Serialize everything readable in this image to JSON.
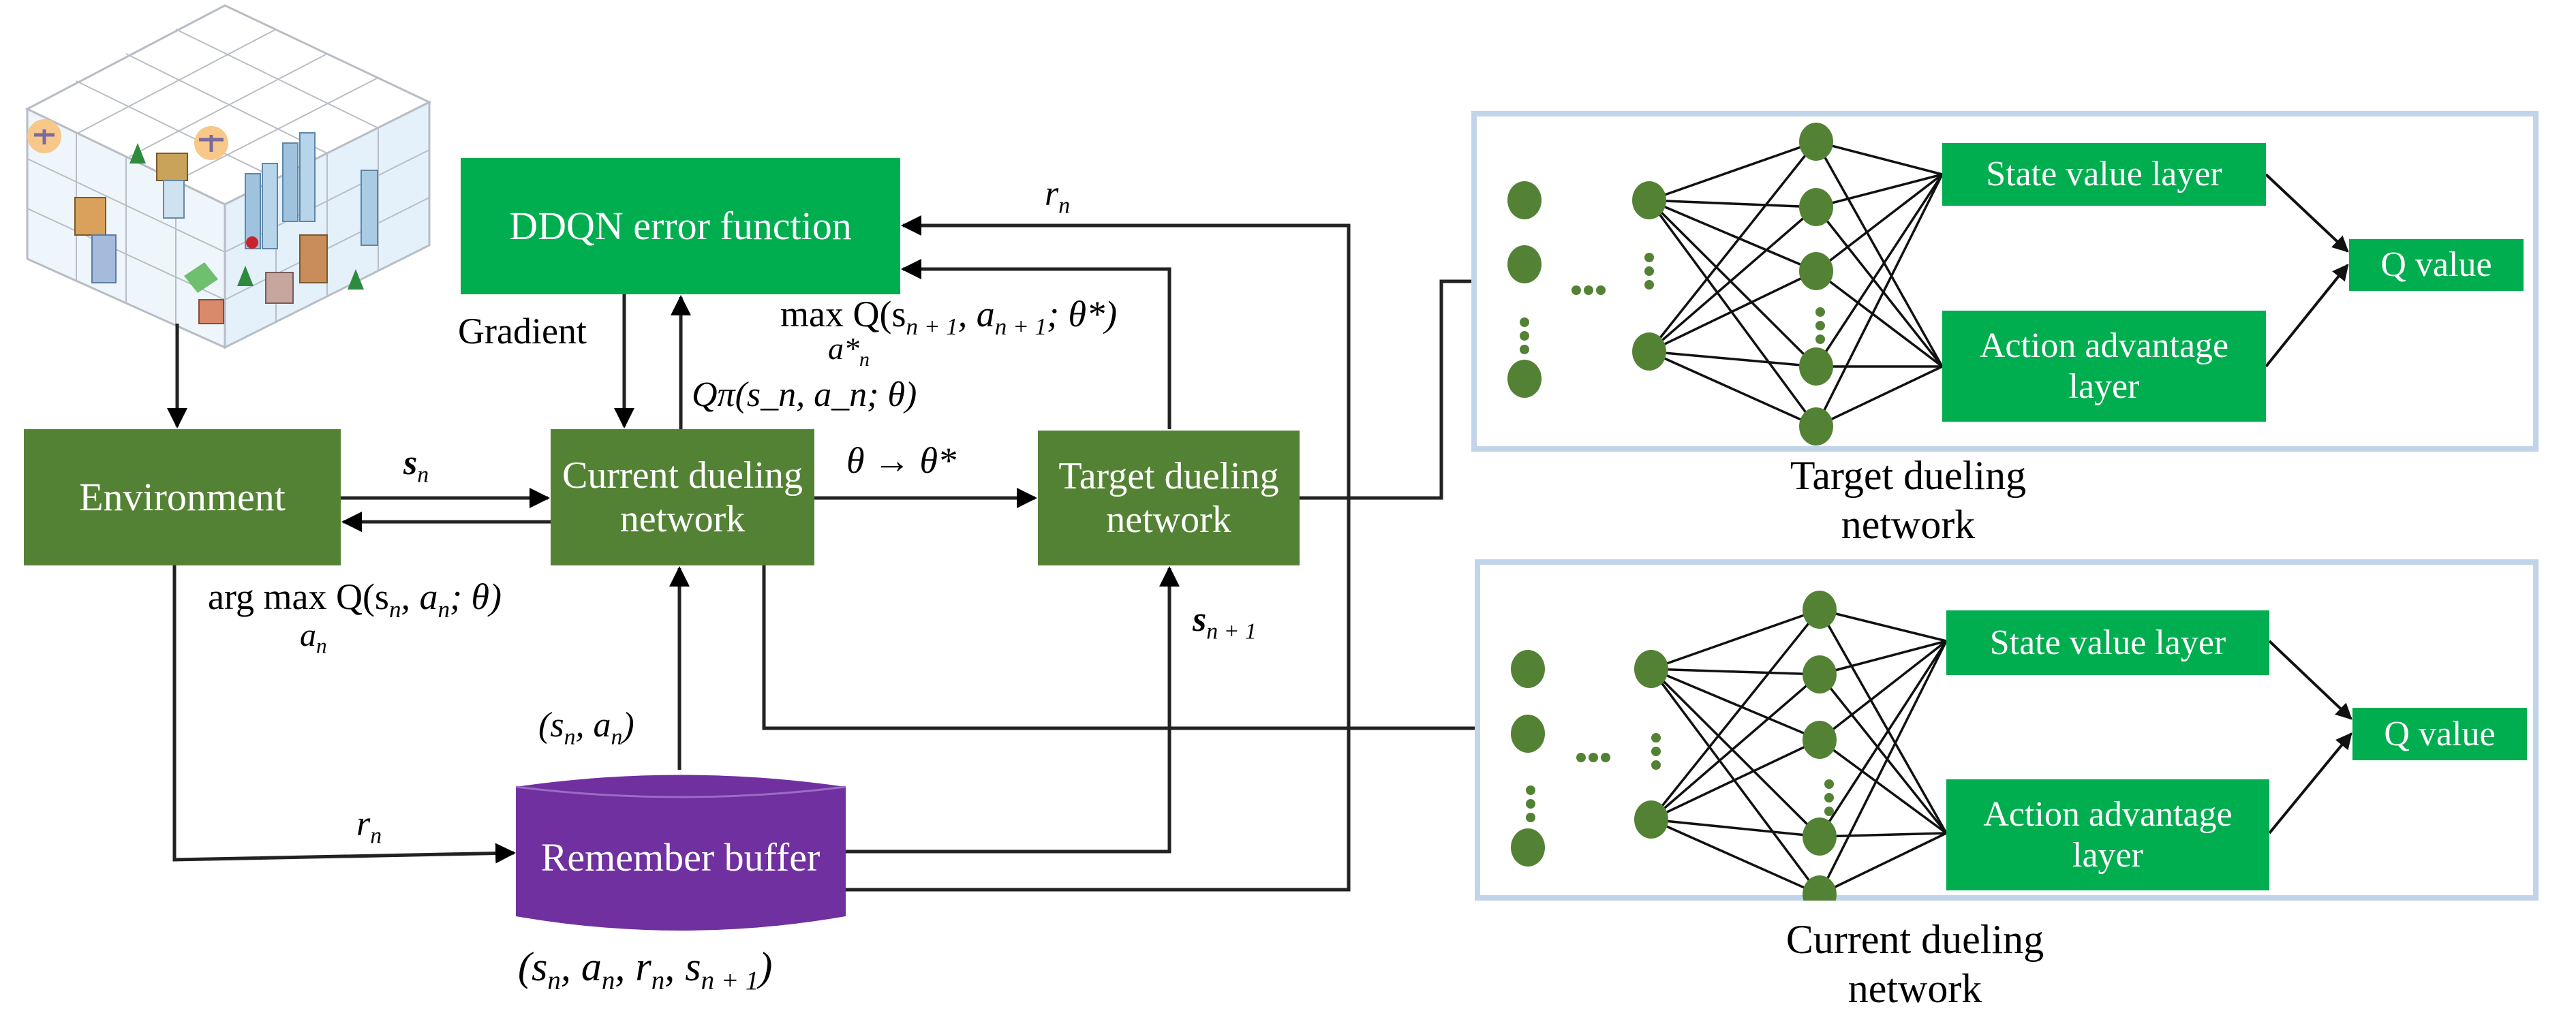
{
  "boxes": {
    "ddqn": "DDQN error function",
    "environment": "Environment",
    "current_line1": "Current dueling",
    "current_line2": "network",
    "target_line1": "Target dueling",
    "target_line2": "network",
    "buffer": "Remember buffer"
  },
  "labels": {
    "gradient": "Gradient",
    "r_n_top": "r",
    "r_n_left": "r",
    "sub_n": "n",
    "s_n": "s",
    "theta_update": "θ → θ*",
    "q_pi": "Qπ(s_n, a_n; θ)",
    "max_q_main": "max  Q(s",
    "max_q_rest": ", a",
    "max_q_tail": "; θ*)",
    "n_plus_1": "n + 1",
    "a_star_n": "a*",
    "argmax_main": "arg max  Q(s",
    "argmax_rest": ", a",
    "argmax_tail": "; θ)",
    "a_n_under": "a",
    "s_n_plus_1": "s",
    "sn_an_open": "(s",
    "sn_an_mid": ", a",
    "sn_an_close": ")",
    "tuple_open": "(s",
    "tuple_a": ", a",
    "tuple_r": ", r",
    "tuple_s": ", s",
    "tuple_close": ")"
  },
  "networks": {
    "target": {
      "caption_line1": "Target dueling",
      "caption_line2": "network",
      "state_layer": "State value layer",
      "action_layer_line1": "Action advantage",
      "action_layer_line2": "layer",
      "q_value": "Q value",
      "ellipsis": "···"
    },
    "current": {
      "caption_line1": "Current dueling",
      "caption_line2": "network",
      "state_layer": "State value layer",
      "action_layer_line1": "Action advantage",
      "action_layer_line2": "layer",
      "q_value": "Q value",
      "ellipsis": "···"
    }
  },
  "colors": {
    "dark_green": "#548235",
    "bright_green": "#00ad4f",
    "purple": "#7030a0",
    "panel_border": "#c2d4ea"
  },
  "icons": {
    "environment_image": "city-grid-cube-icon"
  }
}
